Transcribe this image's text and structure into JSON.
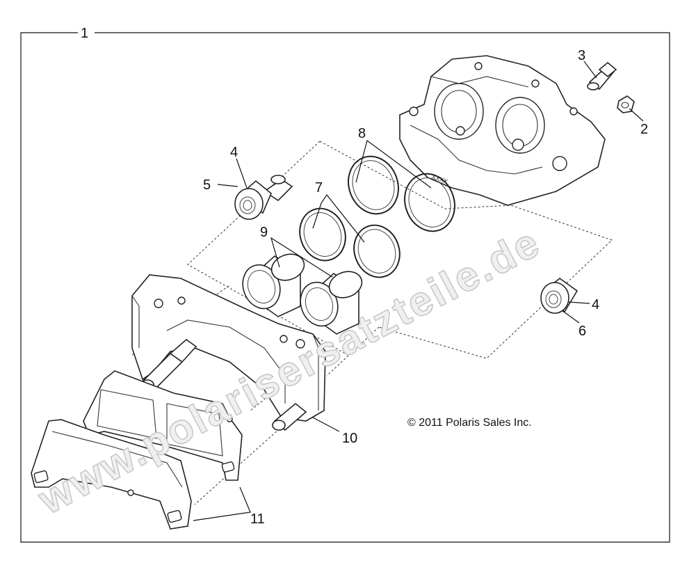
{
  "callouts": {
    "c1": "1",
    "c2": "2",
    "c3": "3",
    "c4a": "4",
    "c4b": "4",
    "c5": "5",
    "c6": "6",
    "c7": "7",
    "c8": "8",
    "c9": "9",
    "c10": "10",
    "c11": "11"
  },
  "copyright": "© 2011 Polaris Sales Inc.",
  "watermark": "www.polarisersatzteile.de",
  "caliper_marking": "XXXX"
}
